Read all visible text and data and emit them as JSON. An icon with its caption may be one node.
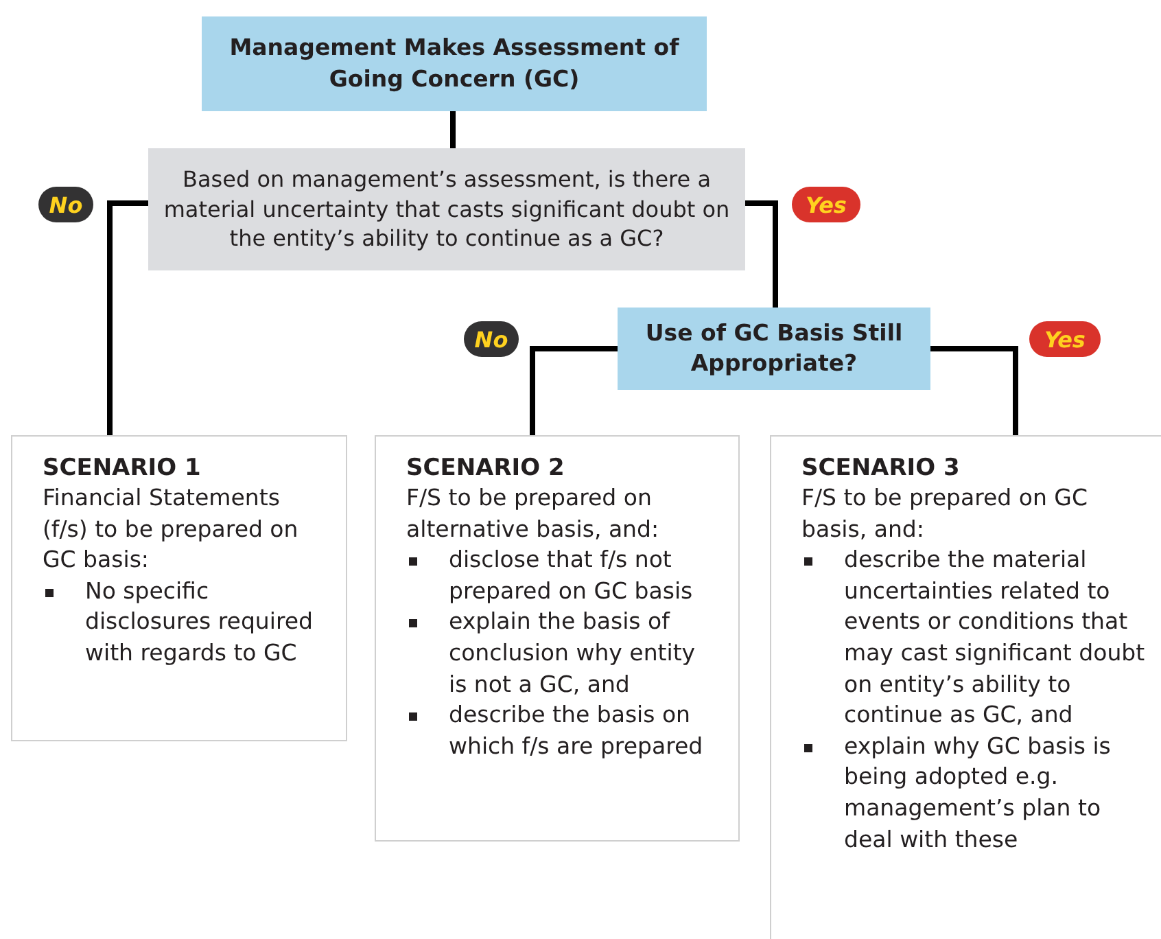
{
  "diagram": {
    "nodes": [
      {
        "text": [
          "Management Makes Assessment of Going Concern (GC)"
        ]
      },
      {
        "text": [
          "Based on management’s assessment, is there a material uncertainty that casts significant doubt on the entity’s ability to continue as a GC?"
        ]
      },
      {
        "text": [
          "No"
        ]
      },
      {
        "text": [
          "Yes"
        ]
      },
      {
        "text": [
          "Use of GC Basis Still Appropriate?"
        ]
      },
      {
        "text": [
          "No"
        ]
      },
      {
        "text": [
          "Yes"
        ]
      },
      {
        "text": [
          "SCENARIO 1",
          "Financial Statements (f/s) to be prepared on GC basis:",
          "No specific disclosures required with regards to GC"
        ]
      },
      {
        "text": [
          "SCENARIO 2",
          "F/S to be prepared on alternative basis, and:",
          "disclose that f/s not prepared on GC basis",
          "explain the basis of conclusion why entity is not a GC, and",
          "describe the basis on which f/s are prepared"
        ]
      },
      {
        "text": [
          "SCENARIO 3",
          "F/S to be prepared on GC basis, and:",
          "describe the material uncertainties related to events or conditions that may cast significant doubt on entity’s ability to continue as GC, and",
          "explain why GC basis is being adopted e.g. management’s plan to deal with these"
        ]
      }
    ],
    "edges": [
      {
        "from": 0,
        "to": 1,
        "arrow": "none"
      },
      {
        "from": 1,
        "to": 7,
        "arrow": "none"
      },
      {
        "from": 1,
        "to": 4,
        "arrow": "none"
      },
      {
        "from": 4,
        "to": 8,
        "arrow": "none"
      },
      {
        "from": 4,
        "to": 9,
        "arrow": "none"
      }
    ]
  }
}
